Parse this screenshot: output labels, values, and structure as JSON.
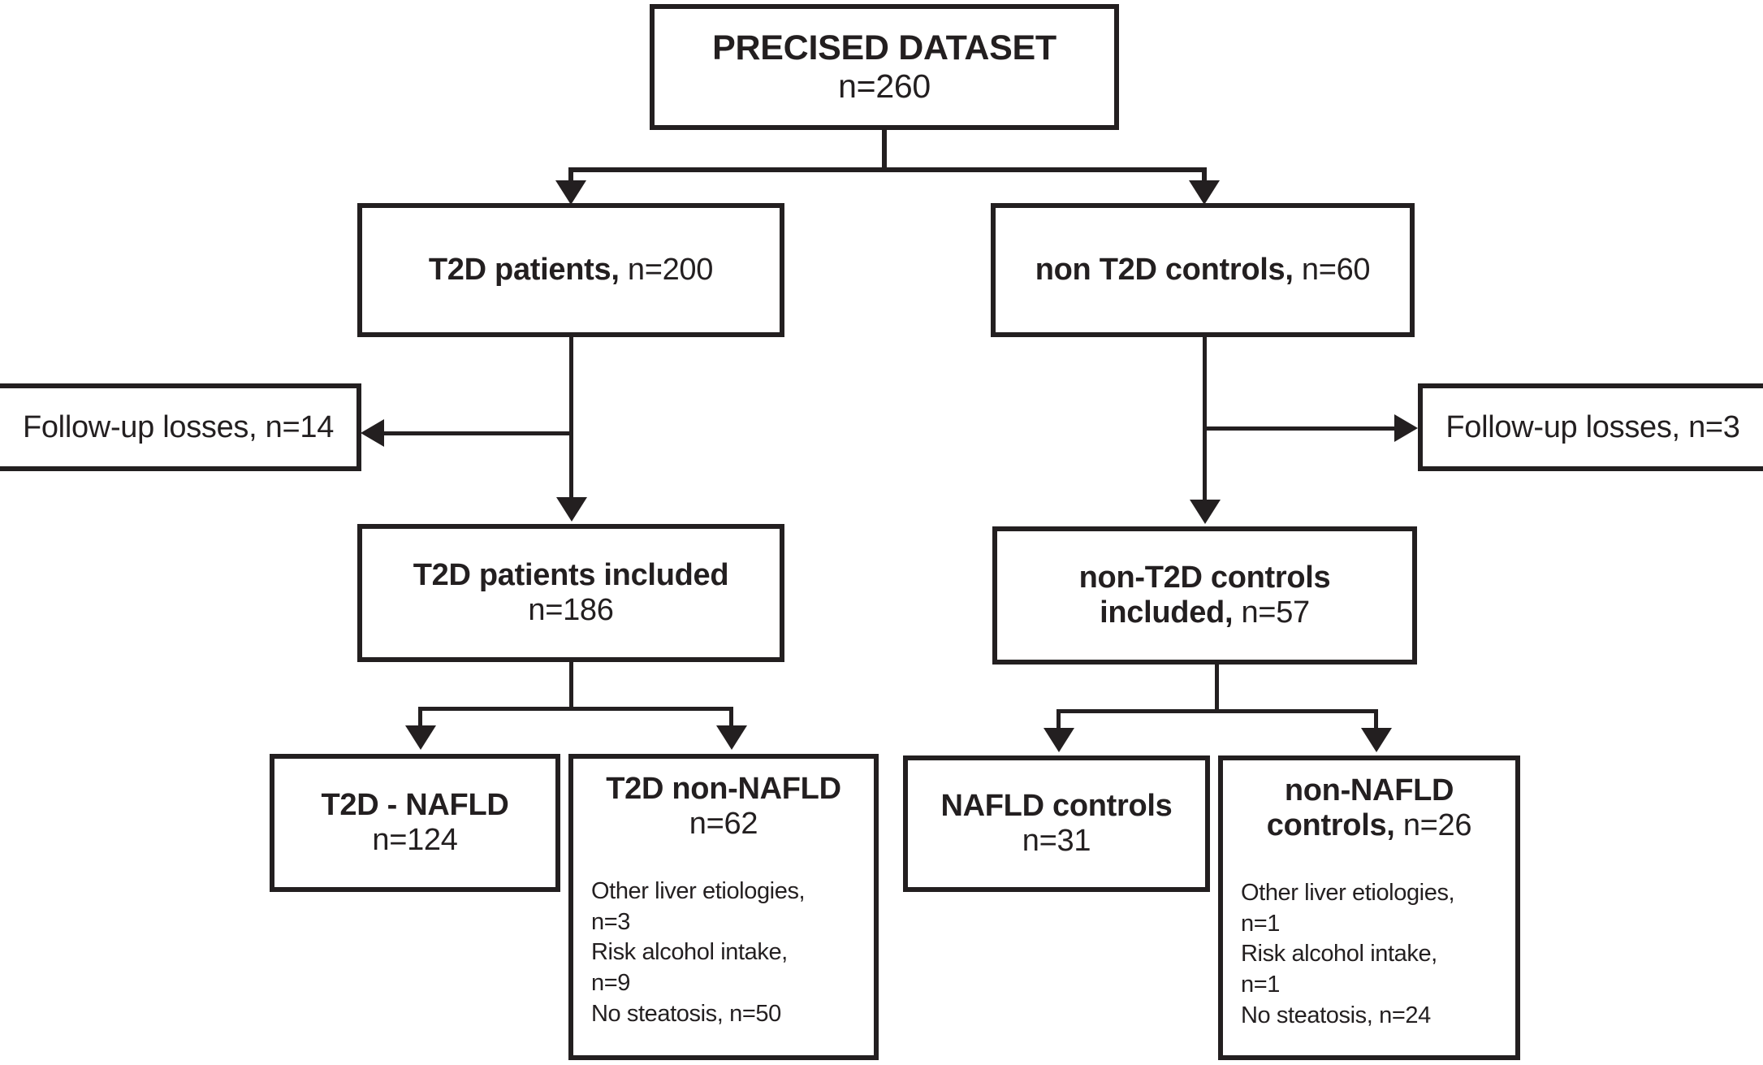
{
  "diagram": {
    "type": "flowchart",
    "title": "PRECISED study participant flow",
    "colors": {
      "line": "#231f20",
      "background": "#ffffff"
    },
    "nodes": {
      "root": {
        "line1": "PRECISED DATASET",
        "line2": "n=260"
      },
      "t2d_patients": {
        "label": "T2D patients,",
        "count": "n=200"
      },
      "non_t2d_controls": {
        "label": "non T2D controls,",
        "count": "n=60"
      },
      "followup_left": {
        "text": "Follow-up losses, n=14"
      },
      "followup_right": {
        "text": "Follow-up losses, n=3"
      },
      "t2d_included": {
        "label": "T2D patients included",
        "count": "n=186"
      },
      "non_t2d_included": {
        "label_line1": "non-T2D controls",
        "label_line2": "included,",
        "count": "n=57"
      },
      "t2d_nafld": {
        "label": "T2D - NAFLD",
        "count": "n=124"
      },
      "t2d_non_nafld": {
        "label": "T2D non-NAFLD",
        "count": "n=62",
        "details": [
          "Other liver etiologies,",
          "n=3",
          "Risk alcohol intake,",
          "n=9",
          "No steatosis, n=50"
        ]
      },
      "nafld_controls": {
        "label": "NAFLD controls",
        "count": "n=31"
      },
      "non_nafld_controls": {
        "label_line1": "non-NAFLD",
        "label_line2": "controls,",
        "count": "n=26",
        "details": [
          "Other liver etiologies,",
          "n=1",
          "Risk alcohol intake,",
          "n=1",
          "No steatosis, n=24"
        ]
      }
    }
  }
}
